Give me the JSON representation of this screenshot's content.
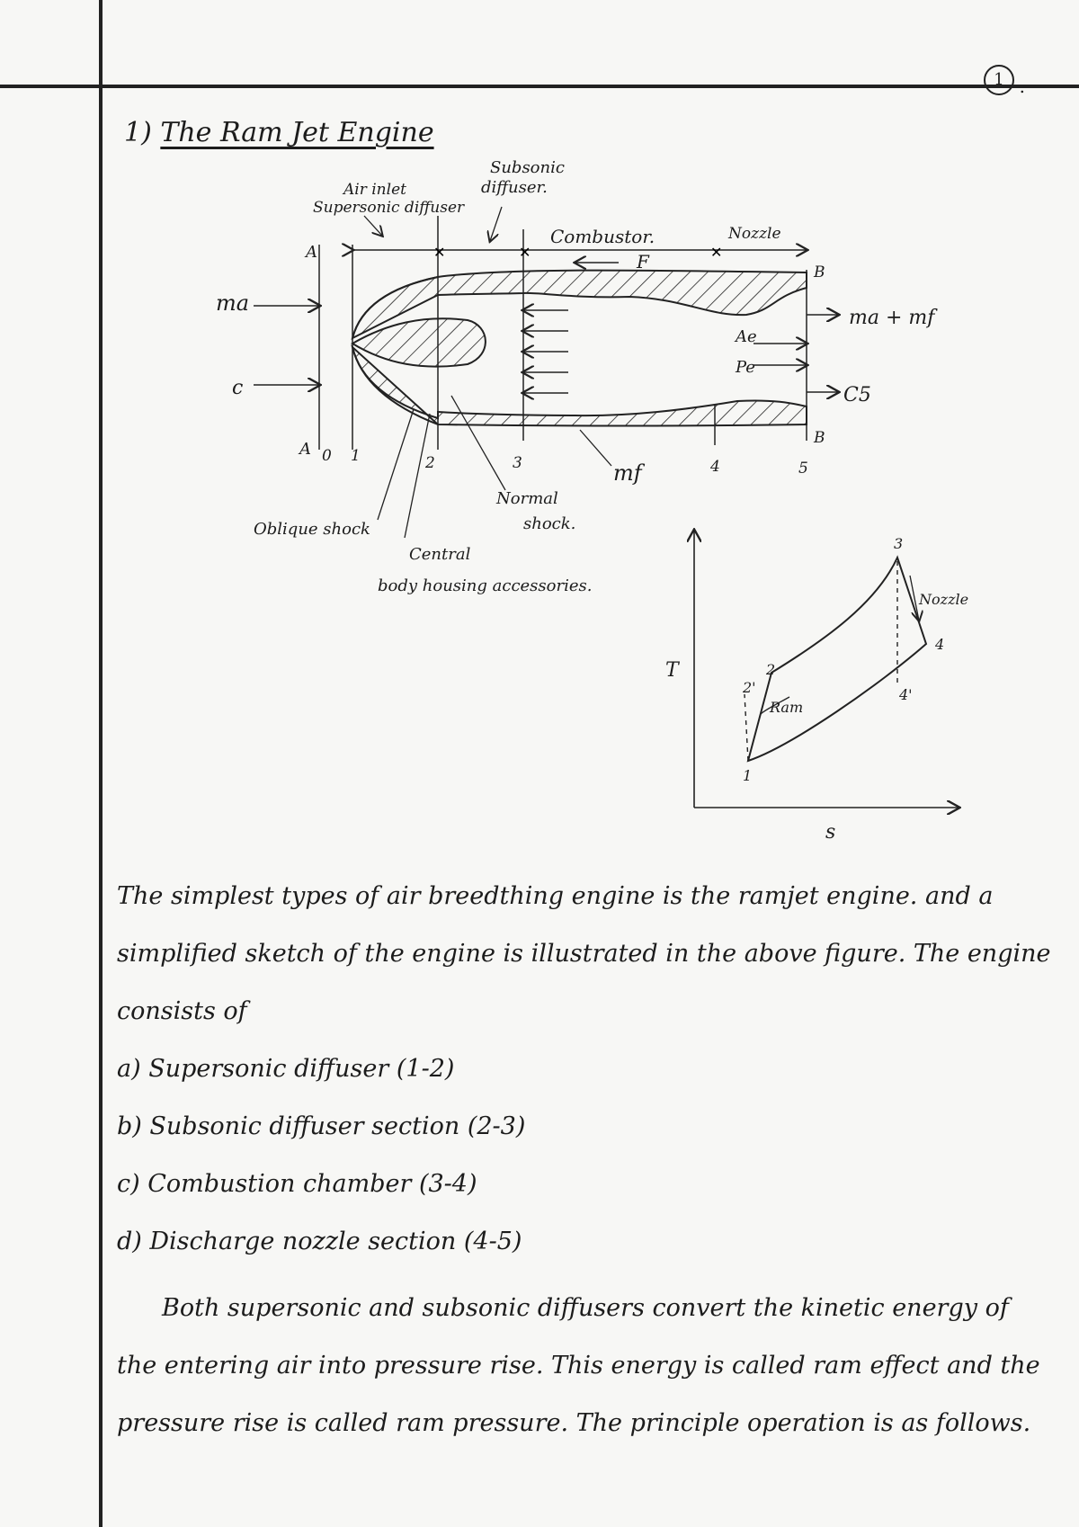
{
  "page_number": "1",
  "heading": {
    "number": "1)",
    "title": "The Ram Jet Engine"
  },
  "diagram": {
    "labels": {
      "air_inlet": "Air inlet",
      "supersonic_diffuser": "Supersonic diffuser",
      "subsonic_line1": "Subsonic",
      "subsonic_line2": "diffuser.",
      "combustor": "Combustor.",
      "nozzle": "Nozzle",
      "flame": "F",
      "inlet_mass": "ma",
      "inlet_velocity": "c",
      "exit_mass": "ma + mf",
      "exit_area": "Ae",
      "exit_pressure": "Pe",
      "exit_velocity": "C5",
      "section_a_top": "A",
      "section_a_bottom": "A",
      "section_b_top": "B",
      "section_b_bottom": "B",
      "fuel": "mf",
      "oblique_shock": "Oblique shock",
      "normal_shock_line1": "Normal",
      "normal_shock_line2": "shock.",
      "central_body_line1": "Central",
      "central_body_line2": "body housing accessories."
    },
    "stations": [
      "0",
      "1",
      "2",
      "3",
      "4",
      "5"
    ],
    "ts_diagram": {
      "x_axis": "s",
      "y_axis": "T",
      "points": [
        "1",
        "2'",
        "2",
        "3",
        "4",
        "4'"
      ],
      "ram_label": "Ram",
      "nozzle_label": "Nozzle"
    }
  },
  "body": {
    "intro": "The simplest types of air breedthing engine is the ramjet engine. and a simplified sketch of the engine is illustrated in the above figure. The engine consists of",
    "components": [
      "a) Supersonic diffuser (1-2)",
      "b) Subsonic diffuser section (2-3)",
      "c) Combustion chamber (3-4)",
      "d) Discharge nozzle section (4-5)"
    ],
    "explanation": "Both supersonic and subsonic diffusers convert the kinetic energy of the entering air into pressure rise. This energy is called ram effect and the pressure rise is called ram pressure. The principle operation is as follows."
  }
}
